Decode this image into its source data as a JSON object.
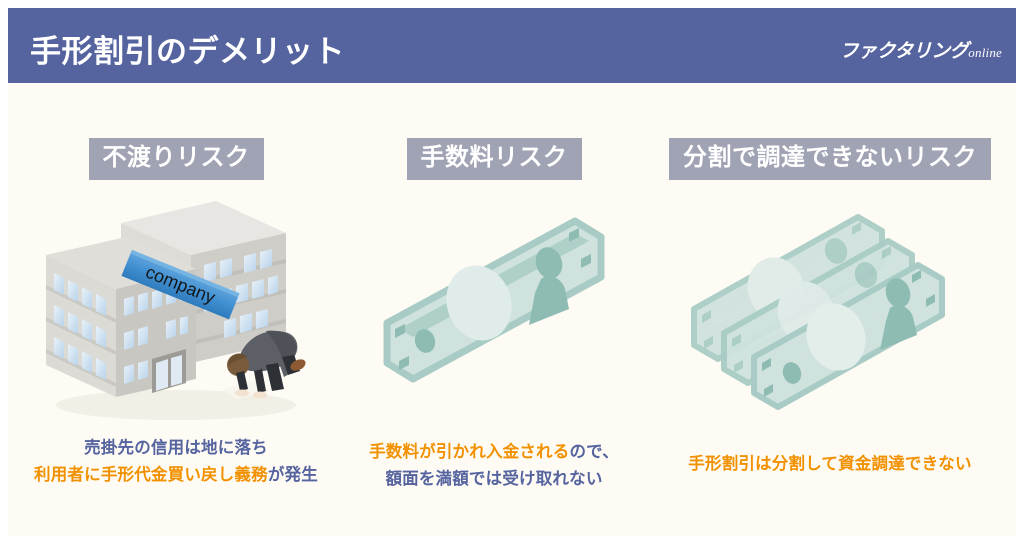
{
  "colors": {
    "header_bg": "#55639f",
    "page_bg": "#fdfbf4",
    "band_bg": "#a0a3b4",
    "accent_purple": "#55639f",
    "accent_orange": "#f29100",
    "bill_light": "#cfe2de",
    "bill_mid": "#a8ccc5",
    "bill_dark": "#8ebcb3",
    "building_light": "#e3e1dd",
    "building_mid": "#d2d0cc",
    "banner_blue": "#3f8ed0",
    "window_blue": "#cfe0ef"
  },
  "header": {
    "title": "手形割引のデメリット",
    "logo_main": "ファクタリング",
    "logo_sub": "online"
  },
  "columns": [
    {
      "id": "fuwatari",
      "band_label": "不渡りリスク",
      "illustration": "company-building-with-bowing-person",
      "banner_text": "company",
      "caption_lines": [
        [
          {
            "text": "売掛先の信用は地に落ち",
            "color": "purple"
          }
        ],
        [
          {
            "text": "利用者に手形代金買い戻し義務",
            "color": "orange"
          },
          {
            "text": "が発生",
            "color": "purple"
          }
        ]
      ]
    },
    {
      "id": "tesuryo",
      "band_label": "手数料リスク",
      "illustration": "single-banknote",
      "caption_lines": [
        [
          {
            "text": "手数料が引かれ入金される",
            "color": "orange"
          },
          {
            "text": "ので、",
            "color": "purple"
          }
        ],
        [
          {
            "text": "額面を満額では受け取れない",
            "color": "purple"
          }
        ]
      ]
    },
    {
      "id": "bunkatsu",
      "band_label": "分割で調達できないリスク",
      "illustration": "three-stacked-banknotes",
      "caption_lines": [
        [
          {
            "text": "手形割引は分割して資金調達できない",
            "color": "orange"
          }
        ]
      ]
    }
  ]
}
